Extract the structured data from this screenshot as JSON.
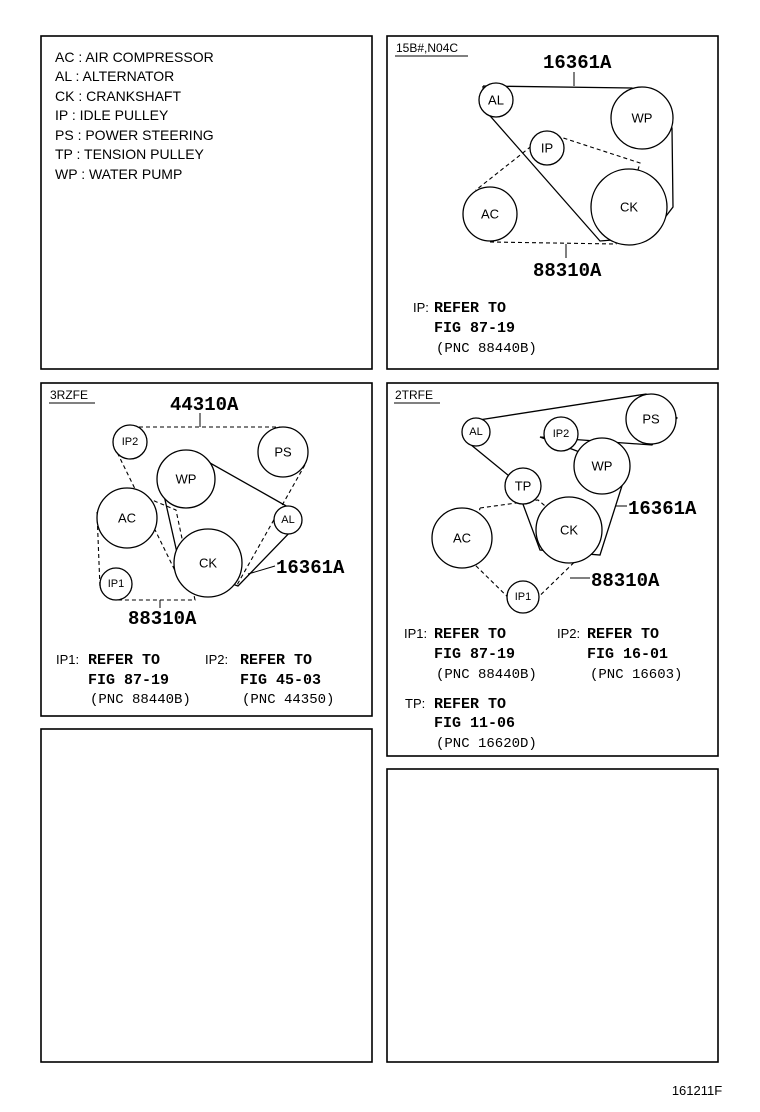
{
  "legend": [
    "AC : AIR COMPRESSOR",
    "AL : ALTERNATOR",
    "CK : CRANKSHAFT",
    "IP : IDLE PULLEY",
    "PS : POWER STEERING",
    "TP : TENSION PULLEY",
    "WP : WATER PUMP"
  ],
  "panel_15b": {
    "tag": "15B#,N04C",
    "belt_top": "16361A",
    "belt_bottom": "88310A",
    "pulleys": {
      "al": "AL",
      "wp": "WP",
      "ip": "IP",
      "ac": "AC",
      "ck": "CK"
    },
    "note": {
      "prefix": "IP:",
      "line1": "REFER TO",
      "line2": "FIG 87-19",
      "line3": "(PNC 88440B)"
    }
  },
  "panel_3rzfe": {
    "tag": "3RZFE",
    "belt_top": "44310A",
    "belt_right": "16361A",
    "belt_bottom": "88310A",
    "pulleys": {
      "ip2": "IP2",
      "ps": "PS",
      "wp": "WP",
      "ac": "AC",
      "al": "AL",
      "ck": "CK",
      "ip1": "IP1"
    },
    "note1": {
      "prefix": "IP1:",
      "line1": "REFER TO",
      "line2": "FIG 87-19",
      "line3": "(PNC 88440B)"
    },
    "note2": {
      "prefix": "IP2:",
      "line1": "REFER TO",
      "line2": "FIG 45-03",
      "line3": "(PNC 44350)"
    }
  },
  "panel_2trfe": {
    "tag": "2TRFE",
    "belt_right": "16361A",
    "belt_bottom": "88310A",
    "pulleys": {
      "al": "AL",
      "ip2": "IP2",
      "ps": "PS",
      "wp": "WP",
      "tp": "TP",
      "ac": "AC",
      "ck": "CK",
      "ip1": "IP1"
    },
    "note1": {
      "prefix": "IP1:",
      "line1": "REFER TO",
      "line2": "FIG 87-19",
      "line3": "(PNC 88440B)"
    },
    "note2": {
      "prefix": "IP2:",
      "line1": "REFER TO",
      "line2": "FIG 16-01",
      "line3": "(PNC 16603)"
    },
    "note3": {
      "prefix": "TP:",
      "line1": "REFER TO",
      "line2": "FIG 11-06",
      "line3": "(PNC 16620D)"
    }
  },
  "figure_code": "161211F"
}
